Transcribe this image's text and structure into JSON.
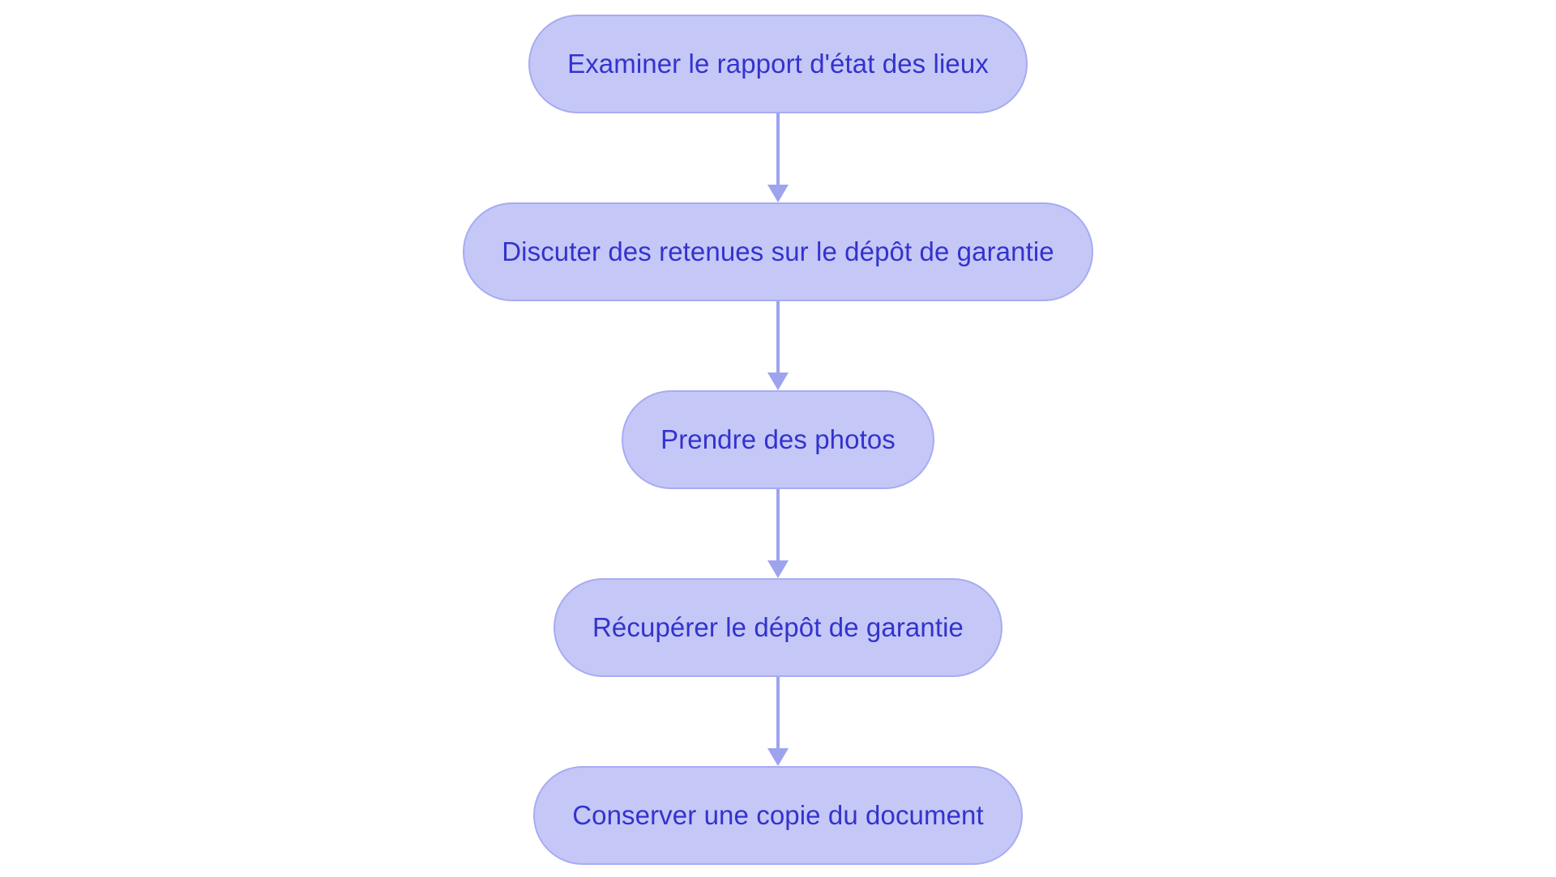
{
  "diagram": {
    "type": "flowchart",
    "direction": "top-to-bottom",
    "background_color": "#ffffff",
    "node_fill_color": "#c5c8f7",
    "node_border_color": "#a7abf2",
    "node_text_color": "#3333cc",
    "connector_color": "#9ea3ee",
    "node_shape": "stadium",
    "nodes": [
      {
        "id": "n1",
        "label": "Examiner le rapport d'état des lieux"
      },
      {
        "id": "n2",
        "label": "Discuter des retenues sur le dépôt de garantie"
      },
      {
        "id": "n3",
        "label": "Prendre des photos"
      },
      {
        "id": "n4",
        "label": "Récupérer le dépôt de garantie"
      },
      {
        "id": "n5",
        "label": "Conserver une copie du document"
      }
    ],
    "edges": [
      {
        "from": "n1",
        "to": "n2",
        "label": "",
        "arrow": "arrow-down-icon"
      },
      {
        "from": "n2",
        "to": "n3",
        "label": "",
        "arrow": "arrow-down-icon"
      },
      {
        "from": "n3",
        "to": "n4",
        "label": "",
        "arrow": "arrow-down-icon"
      },
      {
        "from": "n4",
        "to": "n5",
        "label": "",
        "arrow": "arrow-down-icon"
      }
    ]
  }
}
